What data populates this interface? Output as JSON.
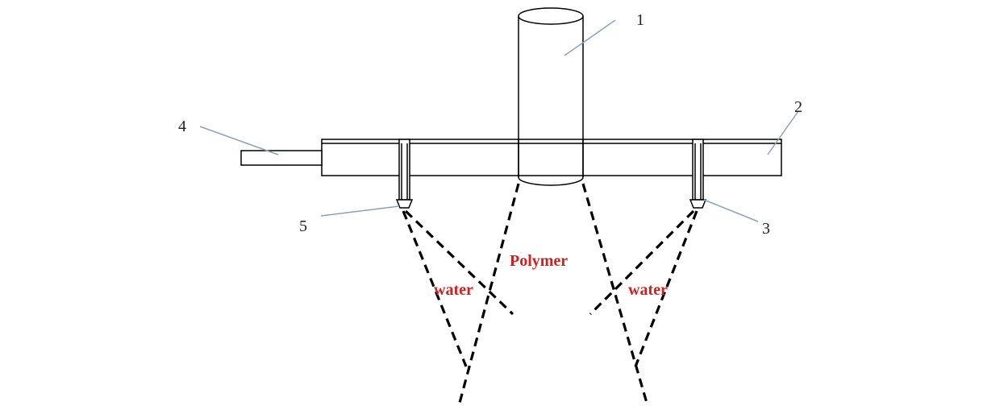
{
  "labels": {
    "part1": "1",
    "part2": "2",
    "part3": "3",
    "part4": "4",
    "part5": "5",
    "polymer": "Polymer",
    "water_left": "water",
    "water_right": "water"
  },
  "colors": {
    "line": "#000000",
    "leader": "#8aa2b8",
    "label_red": "#d02020",
    "number": "#222222"
  }
}
